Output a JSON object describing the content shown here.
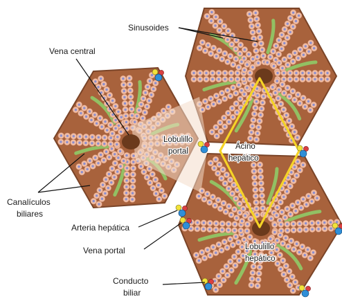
{
  "labels": {
    "sinusoides": "Sinusoides",
    "vena_central": "Vena central",
    "lobulillo_portal_1": "Lobulillo",
    "lobulillo_portal_2": "portal",
    "acino_1": "Ácino",
    "acino_2": "hepático",
    "canaliculos_1": "Canalículos",
    "canaliculos_2": "biliares",
    "arteria_hepatica": "Arteria hepática",
    "vena_portal": "Vena portal",
    "lobulillo_hepatico_1": "Lobulillo",
    "lobulillo_hepatico_2": "hepático",
    "conducto_1": "Conducto",
    "conducto_2": "biliar"
  },
  "colors": {
    "lobule_fill": "#a8623c",
    "lobule_edge": "#7a4428",
    "hepatocyte": "#f0bca4",
    "nucleus": "#8a8fd0",
    "central_vein": "#6b3a1c",
    "bile_canal": "#8ed16a",
    "portal_zone": "#f4dccb",
    "acinus_outline": "#f5d327",
    "artery": "#d94040",
    "portal_vein": "#2f8fd8",
    "bile_duct": "#f2e23a",
    "leader_line": "#111111"
  }
}
